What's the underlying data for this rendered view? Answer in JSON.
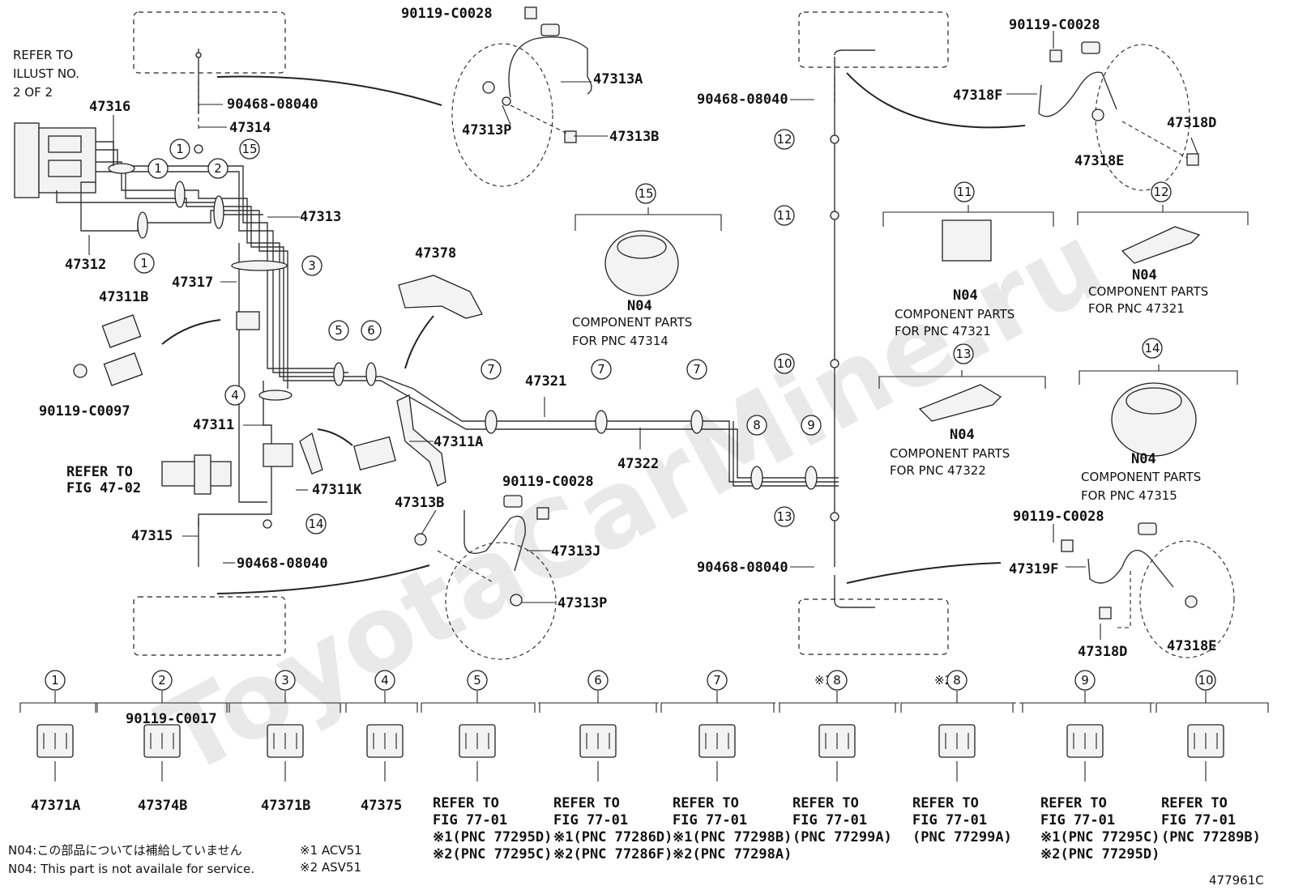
{
  "watermark": "ToyotaCarMine.ru",
  "labels": {
    "refer_illust": "REFER TO\nILLUST NO.\n2 OF 2",
    "p47316": "47316",
    "p47314": "47314",
    "p90468a": "90468-08040",
    "p47313": "47313",
    "p47312": "47312",
    "p47317": "47317",
    "p47311B": "47311B",
    "p90119_0097": "90119-C0097",
    "p47311": "47311",
    "refer_fig4702": "REFER TO\nFIG 47-02",
    "p47311A": "47311A",
    "p47311K": "47311K",
    "p47315": "47315",
    "p90468b": "90468-08040",
    "p47378": "47378",
    "p47321": "47321",
    "p47322": "47322",
    "p90119_0028a": "90119-C0028",
    "p47313A": "47313A",
    "p47313P_a": "47313P",
    "p47313B_a": "47313B",
    "p90119_0028b": "90119-C0028",
    "p47313B_b": "47313B",
    "p47313J": "47313J",
    "p47313P_b": "47313P",
    "p90468c": "90468-08040",
    "p90468d": "90468-08040",
    "p90119_0028c": "90119-C0028",
    "p47318F": "47318F",
    "p47318D_a": "47318D",
    "p47318E_a": "47318E",
    "p90119_0028d": "90119-C0028",
    "p47319F": "47319F",
    "p47318D_b": "47318D",
    "p47318E_b": "47318E",
    "n04_15": "N04",
    "cp_15": "COMPONENT PARTS\nFOR PNC 47314",
    "n04_11": "N04",
    "cp_11": "COMPONENT PARTS\nFOR PNC 47321",
    "n04_12": "N04",
    "cp_12": "COMPONENT PARTS\nFOR PNC 47321",
    "n04_13": "N04",
    "cp_13": "COMPONENT PARTS\nFOR PNC 47322",
    "n04_14": "N04",
    "cp_14": "COMPONENT PARTS\nFOR PNC 47315",
    "note_jp": "N04:この部品については補給していません",
    "note_en": "N04: This part is not availale for service.",
    "note_x1": "※1 ACV51",
    "note_x2": "※2 ASV51",
    "figure_id": "477961C"
  },
  "callouts": [
    "1",
    "2",
    "3",
    "4",
    "5",
    "6",
    "7",
    "8",
    "9",
    "10",
    "11",
    "12",
    "13",
    "14",
    "15"
  ],
  "bottom_parts": [
    {
      "num": "1",
      "prefix": "",
      "label": "47371A"
    },
    {
      "num": "2",
      "prefix": "",
      "label": "47374B",
      "extra": "90119-C0017"
    },
    {
      "num": "3",
      "prefix": "",
      "label": "47371B"
    },
    {
      "num": "4",
      "prefix": "",
      "label": "47375"
    },
    {
      "num": "5",
      "prefix": "",
      "label": "REFER TO\nFIG 77-01\n※1(PNC 77295D)\n※2(PNC 77295C)"
    },
    {
      "num": "6",
      "prefix": "",
      "label": "REFER TO\nFIG 77-01\n※1(PNC 77286D)\n※2(PNC 77286F)"
    },
    {
      "num": "7",
      "prefix": "",
      "label": "REFER TO\nFIG 77-01\n※1(PNC 77298B)\n※2(PNC 77298A)"
    },
    {
      "num": "8",
      "prefix": "※1",
      "label": "REFER TO\nFIG 77-01\n(PNC 77299A)"
    },
    {
      "num": "8",
      "prefix": "※2",
      "label": "REFER TO\nFIG 77-01\n(PNC 77299A)"
    },
    {
      "num": "9",
      "prefix": "",
      "label": "REFER TO\nFIG 77-01\n※1(PNC 77295C)\n※2(PNC 77295D)"
    },
    {
      "num": "10",
      "prefix": "",
      "label": "REFER TO\nFIG 77-01\n(PNC 77289B)"
    }
  ]
}
